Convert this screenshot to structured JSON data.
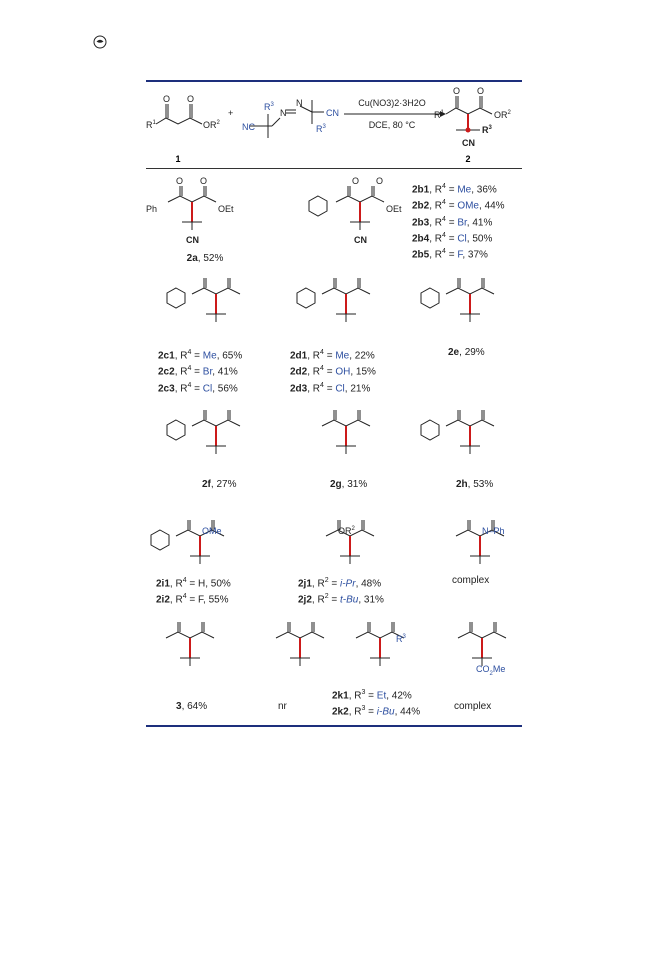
{
  "page_icon": "circular-logo-icon",
  "colors": {
    "rule": "#1d2f7c",
    "accent": "#2d4fa0",
    "bond_highlight": "#cc1a1a"
  },
  "scheme": {
    "reagents": "Cu(NO3)2·3H2O",
    "conditions": "DCE, 80 °C",
    "reactant_label": "1",
    "product_label": "2"
  },
  "entries": {
    "2a": {
      "id": "2a",
      "yield": "52%"
    },
    "2b": [
      {
        "id": "2b1",
        "sub": "Me",
        "yield": "36%"
      },
      {
        "id": "2b2",
        "sub": "OMe",
        "yield": "44%"
      },
      {
        "id": "2b3",
        "sub": "Br",
        "yield": "41%"
      },
      {
        "id": "2b4",
        "sub": "Cl",
        "yield": "50%"
      },
      {
        "id": "2b5",
        "sub": "F",
        "yield": "37%"
      }
    ],
    "2c": [
      {
        "id": "2c1",
        "sub": "Me",
        "yield": "65%"
      },
      {
        "id": "2c2",
        "sub": "Br",
        "yield": "41%"
      },
      {
        "id": "2c3",
        "sub": "Cl",
        "yield": "56%"
      }
    ],
    "2d": [
      {
        "id": "2d1",
        "sub": "Me",
        "yield": "22%"
      },
      {
        "id": "2d2",
        "sub": "OH",
        "yield": "15%"
      },
      {
        "id": "2d3",
        "sub": "Cl",
        "yield": "21%"
      }
    ],
    "2e": {
      "id": "2e",
      "yield": "29%"
    },
    "2f": {
      "id": "2f",
      "yield": "27%"
    },
    "2g": {
      "id": "2g",
      "yield": "31%"
    },
    "2h": {
      "id": "2h",
      "yield": "53%"
    },
    "2i": [
      {
        "id": "2i1",
        "sub": "H",
        "yield": "50%"
      },
      {
        "id": "2i2",
        "sub": "F",
        "yield": "55%"
      }
    ],
    "2j": [
      {
        "id": "2j1",
        "sub": "i-Pr",
        "yield": "48%"
      },
      {
        "id": "2j2",
        "sub": "t-Bu",
        "yield": "31%"
      }
    ],
    "amide": {
      "result": "complex"
    },
    "3": {
      "id": "3",
      "yield": "64%"
    },
    "nr": {
      "result": "nr"
    },
    "2k": [
      {
        "id": "2k1",
        "sub": "Et",
        "yield": "42%"
      },
      {
        "id": "2k2",
        "sub": "i-Bu",
        "yield": "44%"
      }
    ],
    "ester": {
      "result": "complex"
    }
  }
}
